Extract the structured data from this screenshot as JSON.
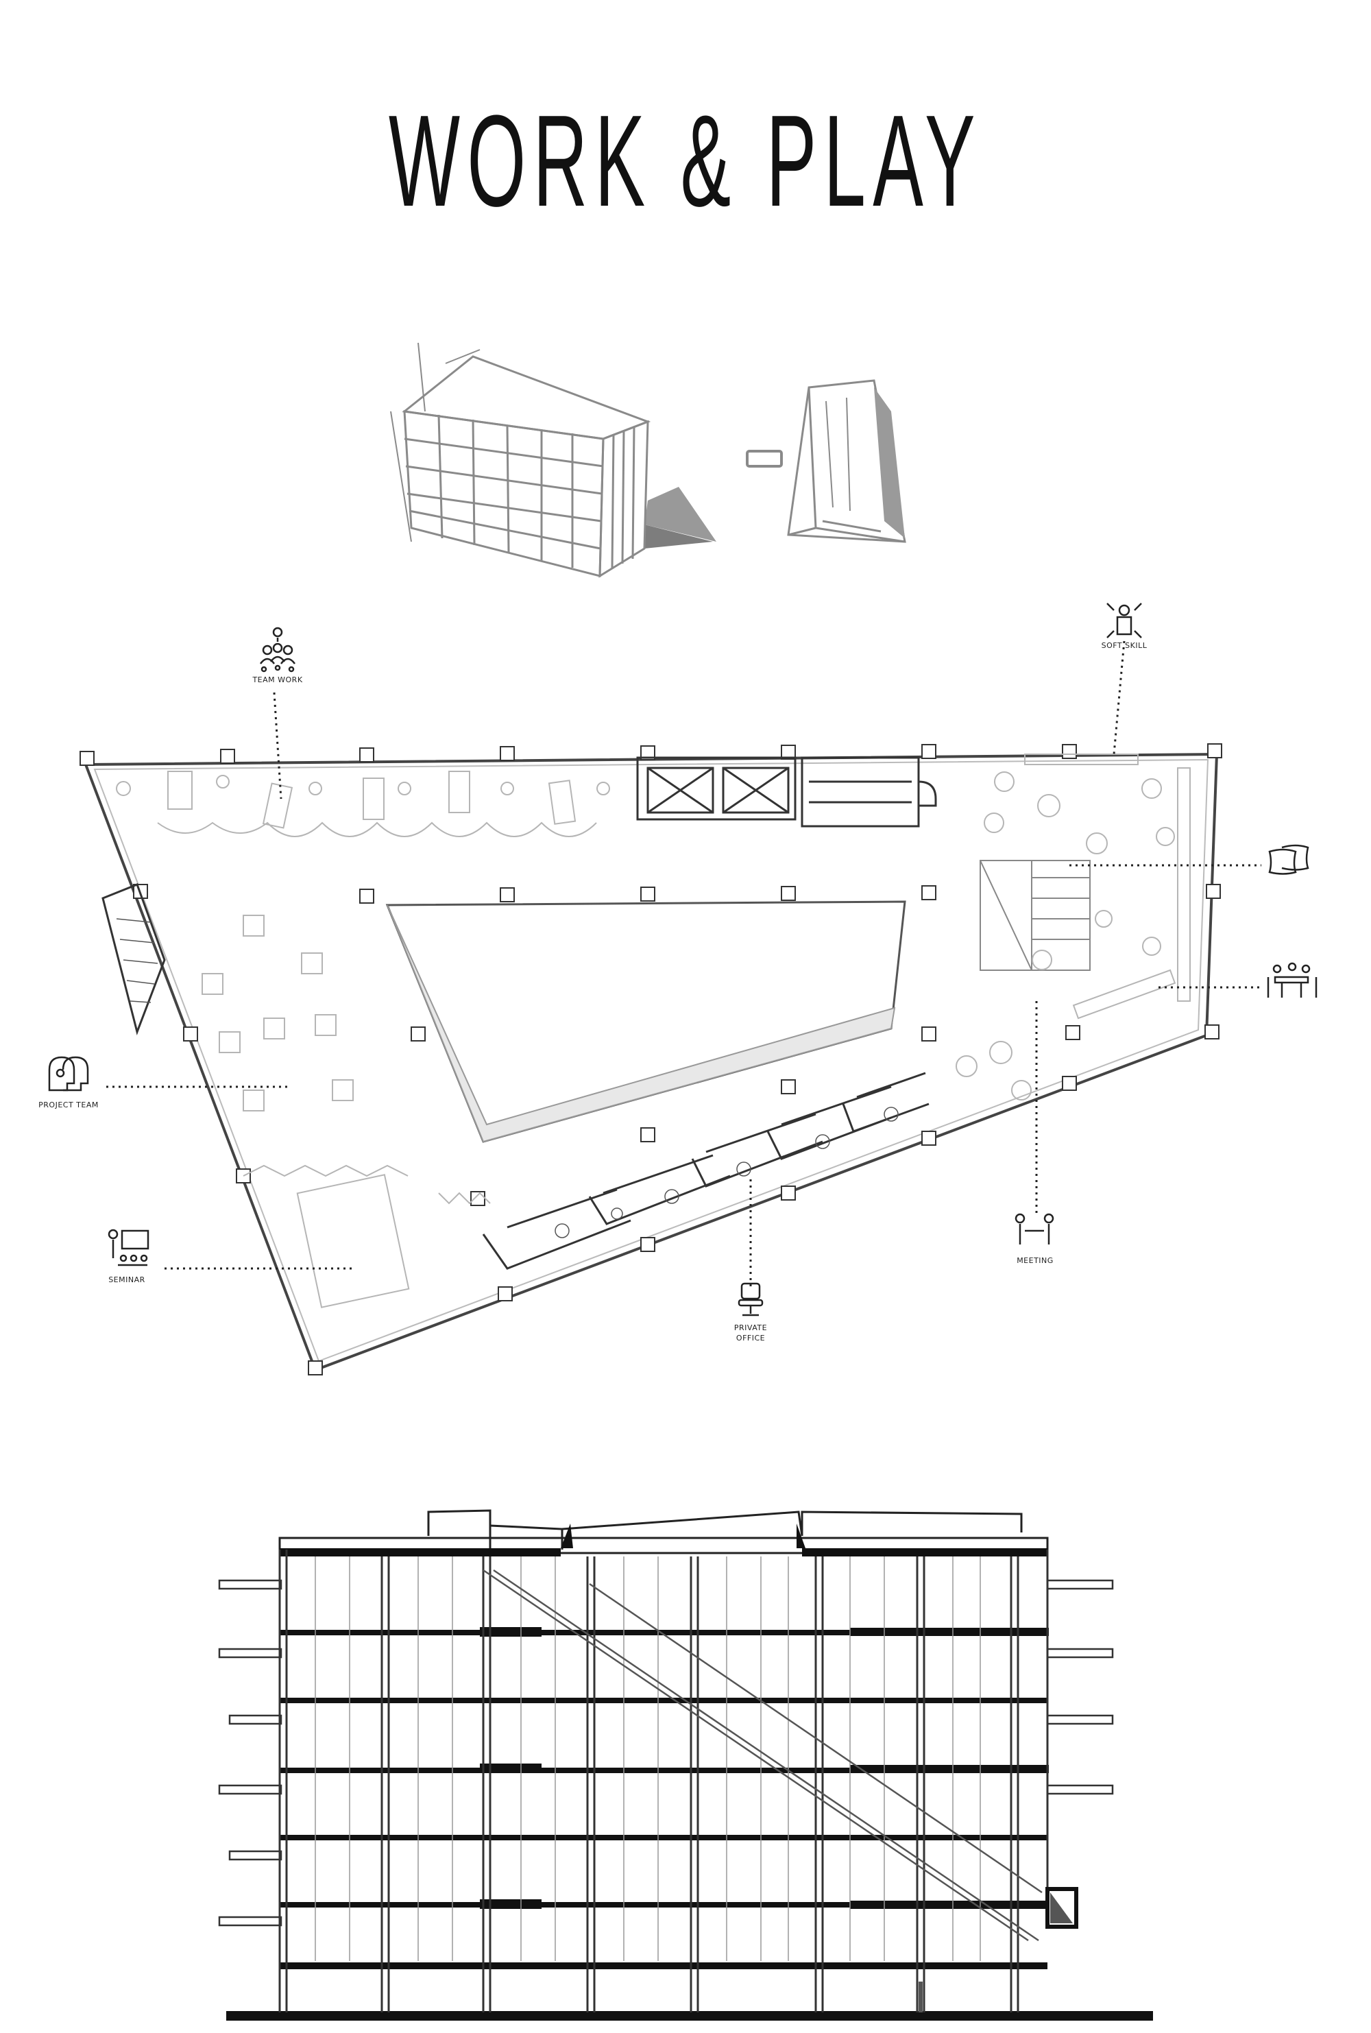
{
  "title": "WORK  &  PLAY",
  "labels": {
    "team_work": "TEAM WORK",
    "soft_skill": "SOFT SKILL",
    "project_team": "PROJECT TEAM",
    "seminar": "SEMINAR",
    "private_office_1": "PRIVATE",
    "private_office_2": "OFFICE",
    "meeting": "MEETING"
  },
  "icons": [
    "team-work-icon",
    "soft-skill-icon",
    "pillows-icon",
    "group-table-icon",
    "project-team-icon",
    "seminar-icon",
    "office-chair-icon",
    "meeting-icon"
  ],
  "colors": {
    "ink": "#111111",
    "sketch": "#8a8a8a",
    "plan_line": "#555555",
    "furniture": "#b5b5b5"
  }
}
